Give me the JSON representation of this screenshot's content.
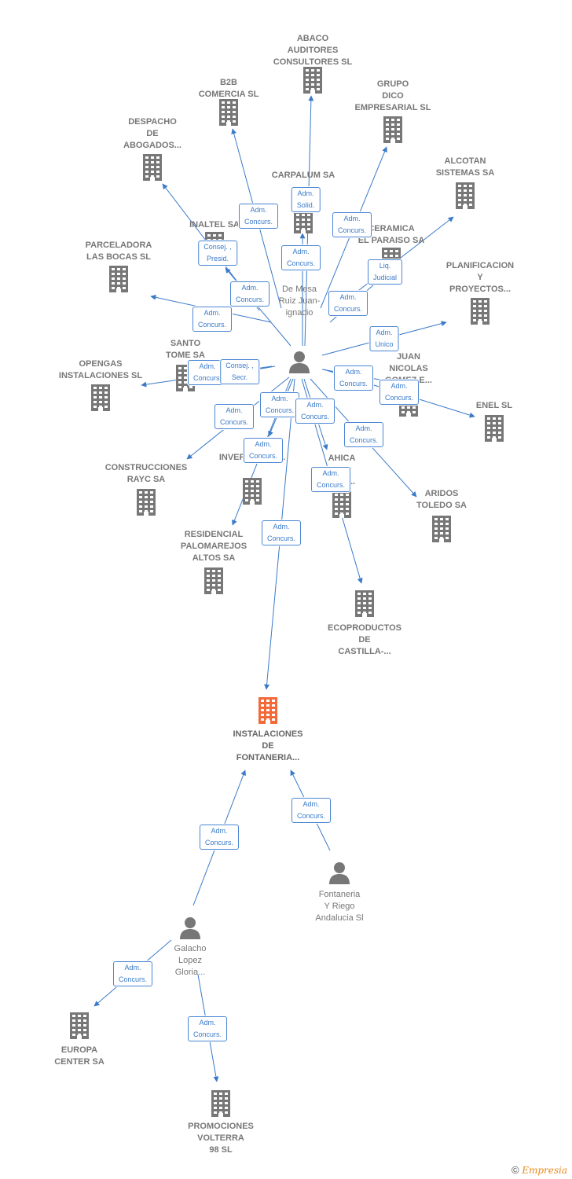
{
  "colors": {
    "edge": "#3a7ac8",
    "node": "#777777",
    "focus": "#f26a3a"
  },
  "nodes": [
    {
      "id": "abaco",
      "kind": "company",
      "lines": [
        "ABACO",
        "AUDITORES",
        "CONSULTORES SL"
      ]
    },
    {
      "id": "b2b",
      "kind": "company",
      "lines": [
        "B2B",
        "COMERCIA SL"
      ]
    },
    {
      "id": "grupo_dico",
      "kind": "company",
      "lines": [
        "GRUPO",
        "DICO",
        "EMPRESARIAL SL"
      ]
    },
    {
      "id": "despacho",
      "kind": "company",
      "lines": [
        "DESPACHO",
        "DE",
        "ABOGADOS..."
      ]
    },
    {
      "id": "carpalum",
      "kind": "company",
      "lines": [
        "CARPALUM SA"
      ]
    },
    {
      "id": "alcotan",
      "kind": "company",
      "lines": [
        "ALCOTAN",
        "SISTEMAS SA"
      ]
    },
    {
      "id": "inaltel",
      "kind": "company",
      "lines": [
        "INALTEL SA"
      ]
    },
    {
      "id": "ceramica",
      "kind": "company",
      "lines": [
        "CERAMICA",
        "EL PARAISO SA"
      ]
    },
    {
      "id": "parceladora",
      "kind": "company",
      "lines": [
        "PARCELADORA",
        "LAS BOCAS SL"
      ]
    },
    {
      "id": "planificacion",
      "kind": "company",
      "lines": [
        "PLANIFICACION",
        "Y",
        "PROYECTOS..."
      ]
    },
    {
      "id": "santo_tome",
      "kind": "company",
      "lines": [
        "SANTO",
        "TOME SA"
      ]
    },
    {
      "id": "opengas",
      "kind": "company",
      "lines": [
        "OPENGAS",
        "INSTALACIONES SL"
      ]
    },
    {
      "id": "juan_nicolas",
      "kind": "company",
      "lines": [
        "JUAN",
        "NICOLAS",
        "GOMEZ E..."
      ]
    },
    {
      "id": "enel",
      "kind": "company",
      "lines": [
        "ENEL SL"
      ]
    },
    {
      "id": "construcciones",
      "kind": "company",
      "lines": [
        "CONSTRUCCIONES",
        "RAYC SA"
      ]
    },
    {
      "id": "dehesa",
      "kind": "company",
      "lines": [
        "DE...",
        "INVERSIONES..."
      ]
    },
    {
      "id": "ahica",
      "kind": "company",
      "lines": [
        "AHICA",
        "Y",
        "...OS..."
      ]
    },
    {
      "id": "aridos",
      "kind": "company",
      "lines": [
        "ARIDOS",
        "TOLEDO SA"
      ]
    },
    {
      "id": "residencial",
      "kind": "company",
      "lines": [
        "RESIDENCIAL",
        "PALOMAREJOS",
        "ALTOS SA"
      ]
    },
    {
      "id": "ecoproductos",
      "kind": "company",
      "lines": [
        "ECOPRODUCTOS",
        "DE",
        "CASTILLA-..."
      ]
    },
    {
      "id": "instalaciones",
      "kind": "focus",
      "lines": [
        "INSTALACIONES",
        "DE",
        "FONTANERIA..."
      ]
    },
    {
      "id": "fontaneria_riego",
      "kind": "person",
      "lines": [
        "Fontaneria",
        "Y Riego",
        "Andalucia Sl"
      ]
    },
    {
      "id": "galacho",
      "kind": "person",
      "lines": [
        "Galacho",
        "Lopez",
        "Gloria..."
      ]
    },
    {
      "id": "europa",
      "kind": "company",
      "lines": [
        "EUROPA",
        "CENTER SA"
      ]
    },
    {
      "id": "promociones",
      "kind": "company",
      "lines": [
        "PROMOCIONES",
        "VOLTERRA",
        "98 SL"
      ]
    },
    {
      "id": "de_mesa",
      "kind": "person",
      "lines": [
        "De Mesa",
        "Ruiz Juan-",
        "ignacio"
      ]
    }
  ],
  "edges": [
    {
      "from": "de_mesa",
      "to": "abaco",
      "label": [
        "Adm.",
        "Solid."
      ]
    },
    {
      "from": "de_mesa",
      "to": "b2b",
      "label": [
        "Adm.",
        "Concurs."
      ]
    },
    {
      "from": "de_mesa",
      "to": "grupo_dico",
      "label": [
        "Adm.",
        "Concurs."
      ]
    },
    {
      "from": "de_mesa",
      "to": "despacho",
      "label": [
        "Consej. ,",
        "Presid."
      ]
    },
    {
      "from": "de_mesa",
      "to": "carpalum",
      "label": [
        "Adm.",
        "Concurs."
      ]
    },
    {
      "from": "de_mesa",
      "to": "alcotan",
      "label": [
        "Liq.",
        "Judicial"
      ]
    },
    {
      "from": "de_mesa",
      "to": "inaltel",
      "label": [
        "Adm.",
        "Concurs."
      ]
    },
    {
      "from": "de_mesa",
      "to": "ceramica",
      "label": [
        "Adm.",
        "Concurs."
      ]
    },
    {
      "from": "de_mesa",
      "to": "parceladora",
      "label": [
        "Adm.",
        "Concurs."
      ]
    },
    {
      "from": "de_mesa",
      "to": "planificacion",
      "label": [
        "Adm.",
        "Unico"
      ]
    },
    {
      "from": "de_mesa",
      "to": "santo_tome",
      "label": [
        "Adm.",
        "Concurs."
      ]
    },
    {
      "from": "de_mesa",
      "to": "opengas",
      "label": [
        "Consej. ,",
        "Secr."
      ]
    },
    {
      "from": "de_mesa",
      "to": "juan_nicolas",
      "label": [
        "Adm.",
        "Concurs."
      ]
    },
    {
      "from": "de_mesa",
      "to": "enel",
      "label": [
        "Adm.",
        "Concurs."
      ]
    },
    {
      "from": "de_mesa",
      "to": "construcciones",
      "label": [
        "Adm.",
        "Concurs."
      ]
    },
    {
      "from": "de_mesa",
      "to": "dehesa",
      "label": [
        "Adm.",
        "Concurs."
      ]
    },
    {
      "from": "de_mesa",
      "to": "ahica",
      "label": [
        "Adm.",
        "Concurs."
      ]
    },
    {
      "from": "de_mesa",
      "to": "aridos",
      "label": [
        "Adm.",
        "Concurs."
      ]
    },
    {
      "from": "de_mesa",
      "to": "residencial",
      "label": [
        "Adm.",
        "Concurs."
      ]
    },
    {
      "from": "de_mesa",
      "to": "ecoproductos",
      "label": [
        "Adm.",
        "Concurs."
      ]
    },
    {
      "from": "de_mesa",
      "to": "instalaciones",
      "label": [
        "Adm.",
        "Concurs."
      ]
    },
    {
      "from": "galacho",
      "to": "instalaciones",
      "label": [
        "Adm.",
        "Concurs."
      ]
    },
    {
      "from": "fontaneria_riego",
      "to": "instalaciones",
      "label": [
        "Adm.",
        "Concurs."
      ]
    },
    {
      "from": "galacho",
      "to": "europa",
      "label": [
        "Adm.",
        "Concurs."
      ]
    },
    {
      "from": "galacho",
      "to": "promociones",
      "label": [
        "Adm.",
        "Concurs."
      ]
    }
  ],
  "footer": {
    "copyright": "©",
    "brand": "Empresia"
  }
}
